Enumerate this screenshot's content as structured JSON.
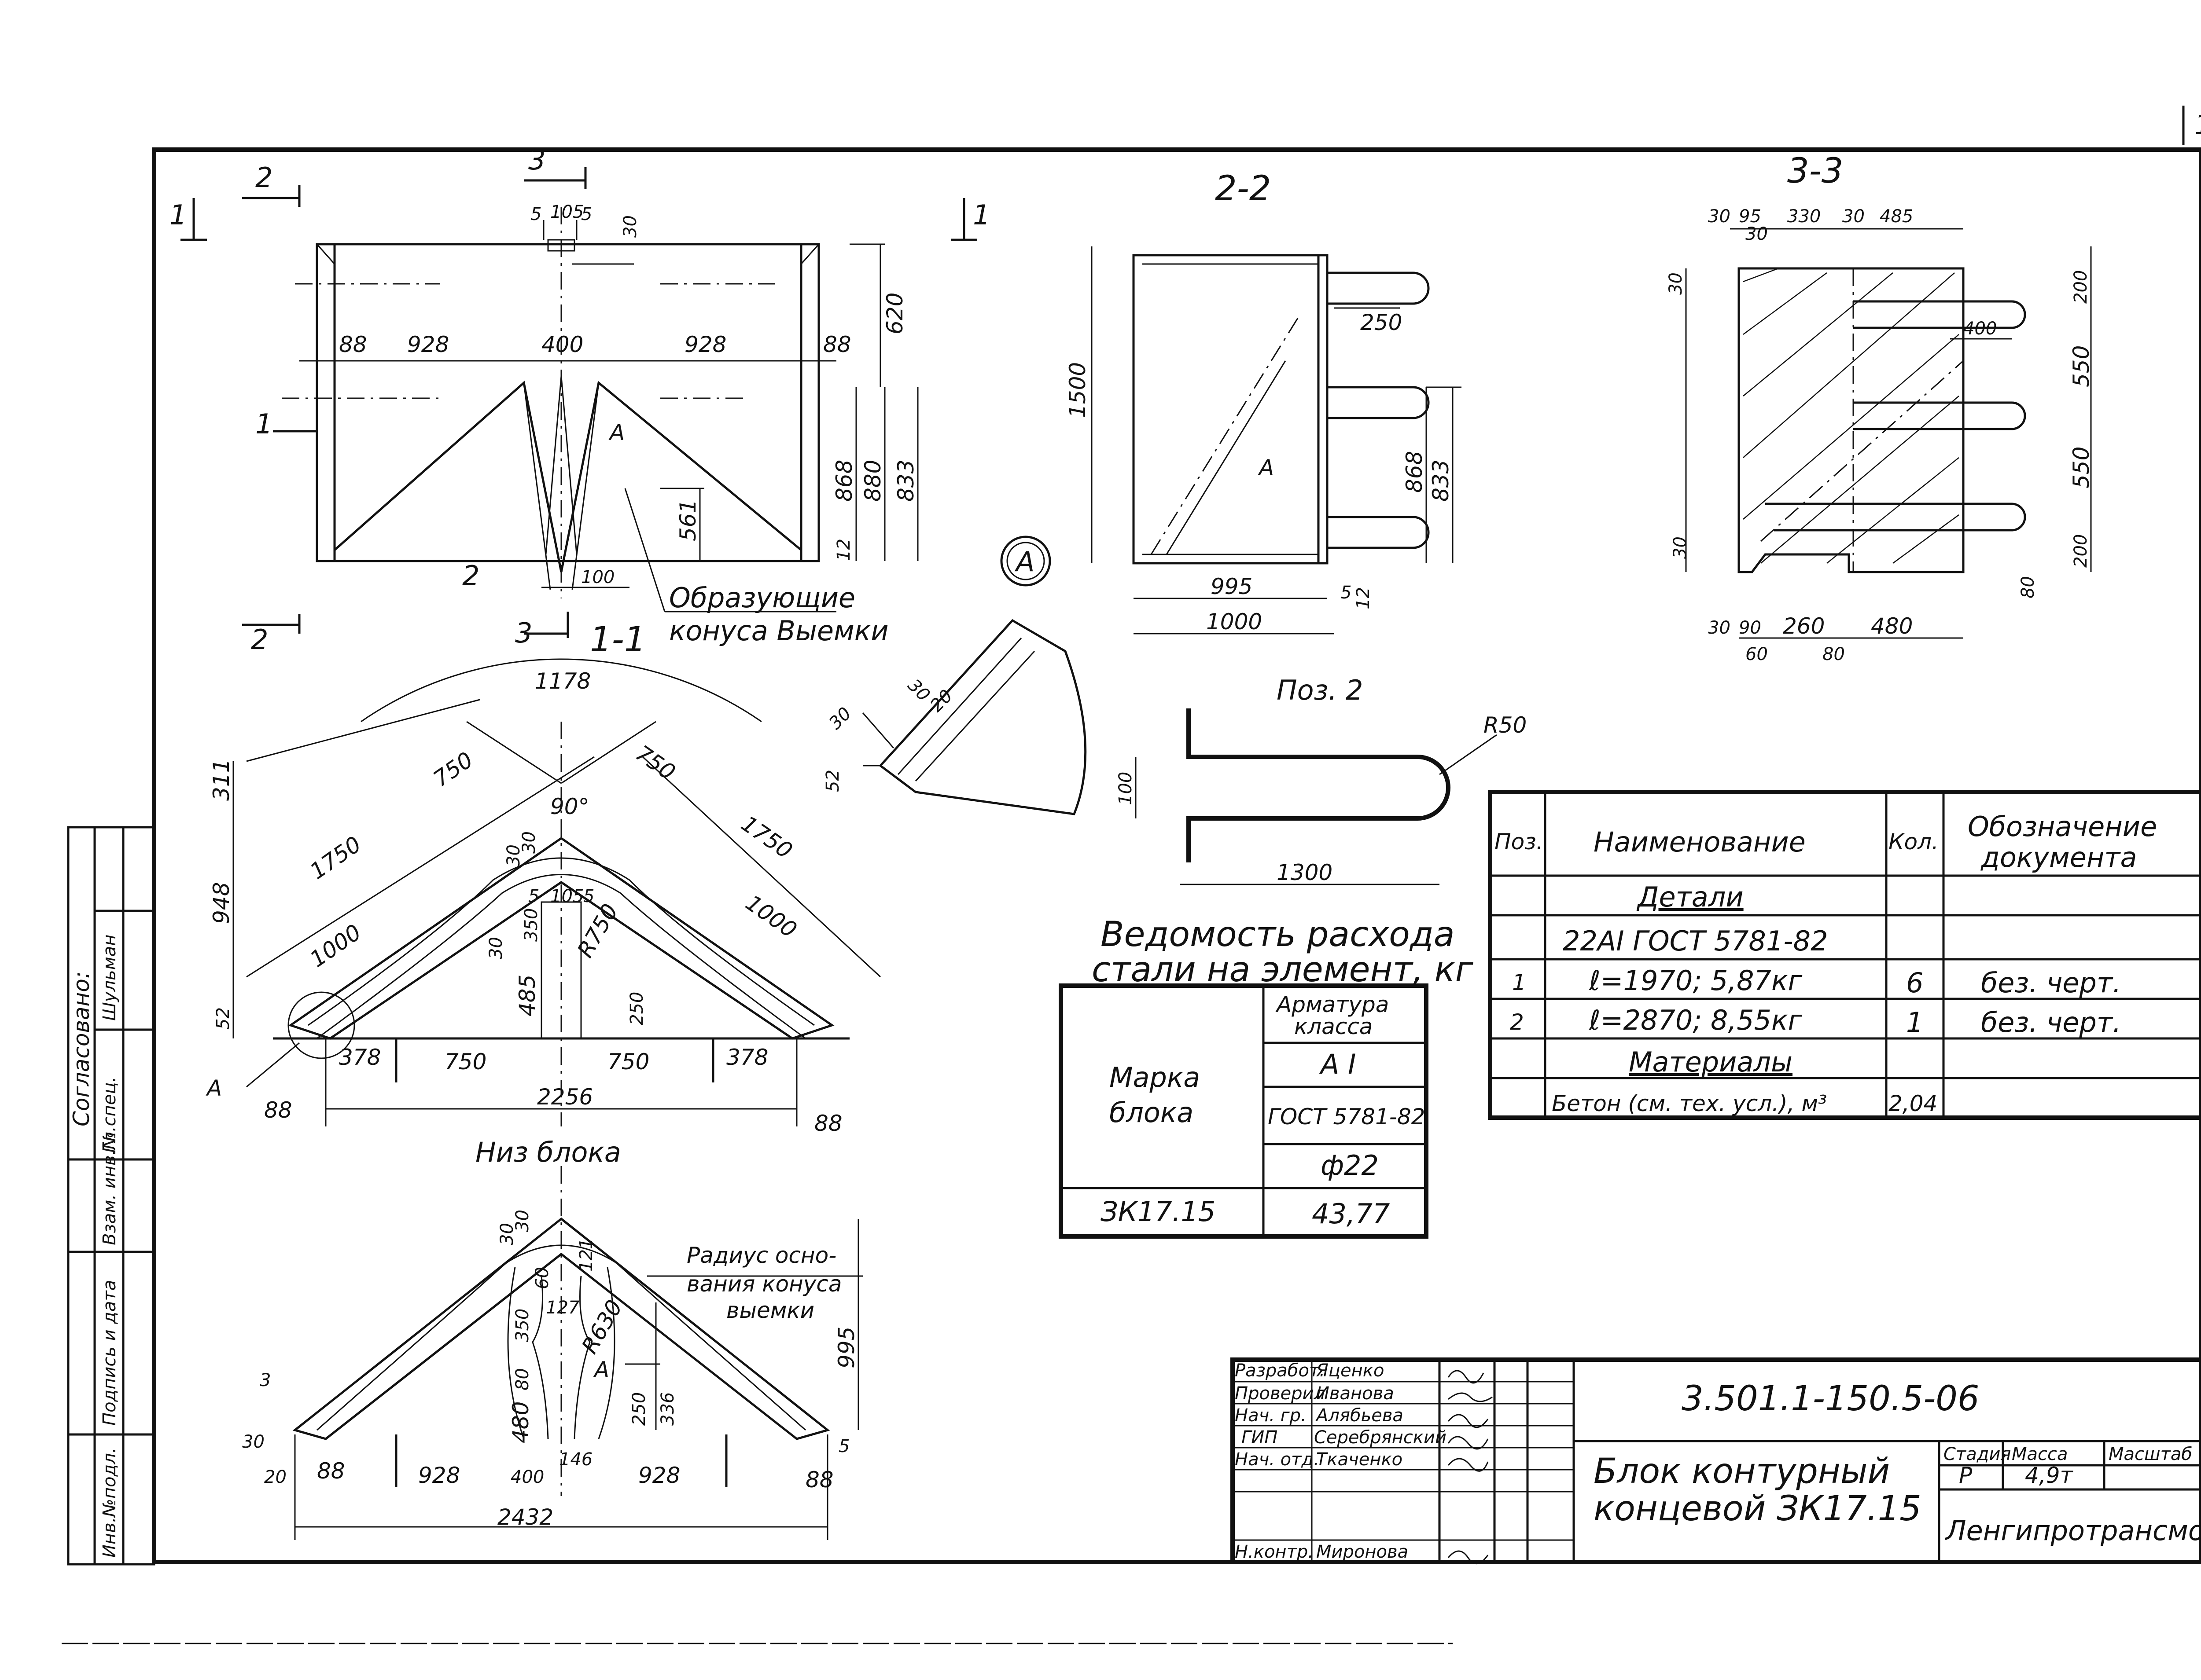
{
  "sheet": {
    "corner_mark": "1",
    "sections": {
      "s11": "1-1",
      "s22": "2-2",
      "s33": "3-3",
      "bottom_view": "Низ блока",
      "pos2": "Поз. 2",
      "detail_a": "А",
      "cut_marks": [
        "1",
        "2",
        "3",
        "А"
      ]
    },
    "notes": {
      "cone_generators": [
        "Образующие",
        "конуса Выемки"
      ],
      "cone_radius": [
        "Радиус осно-",
        "вания конуса",
        "выемки"
      ]
    },
    "dims": {
      "top_plan": [
        "5",
        "105",
        "5",
        "30",
        "88",
        "928",
        "400",
        "928",
        "88",
        "620",
        "868",
        "880",
        "833",
        "561",
        "100",
        "12"
      ],
      "s22": [
        "1500",
        "250",
        "868",
        "833",
        "995",
        "1000",
        "5",
        "12"
      ],
      "s33": [
        "30",
        "95",
        "330",
        "30",
        "485",
        "30",
        "30",
        "200",
        "400",
        "550",
        "550",
        "200",
        "30",
        "80",
        "30",
        "90",
        "60",
        "260",
        "80",
        "480"
      ],
      "detail": [
        "30",
        "30",
        "20",
        "52"
      ],
      "pos2": [
        "R50",
        "100",
        "1300"
      ],
      "s11": [
        "1178",
        "311",
        "948",
        "52",
        "750",
        "750",
        "1750",
        "1750",
        "1000",
        "1000",
        "90°",
        "30",
        "30",
        "5",
        "105",
        "5",
        "350",
        "30",
        "R750",
        "485",
        "250",
        "378",
        "750",
        "750",
        "378",
        "88",
        "2256",
        "88"
      ],
      "bottom": [
        "30",
        "30",
        "60",
        "350",
        "121",
        "127",
        "R630",
        "80",
        "480",
        "250",
        "336",
        "995",
        "3",
        "30",
        "20",
        "88",
        "928",
        "400",
        "146",
        "928",
        "88",
        "2432",
        "5"
      ]
    }
  },
  "steel_table": {
    "title": [
      "Ведомость расхода",
      "стали на элемент, кг"
    ],
    "mark_header": [
      "Марка",
      "блока"
    ],
    "col_header": [
      "Арматура",
      "класса"
    ],
    "class": "А I",
    "gost": "ГОСТ 5781-82",
    "diameter": "ф22",
    "row_mark": "ЗК17.15",
    "row_value": "43,77"
  },
  "spec_table": {
    "headers": {
      "pos": "Поз.",
      "name": "Наименование",
      "qty": "Кол.",
      "doc": [
        "Обозначение",
        "документа"
      ]
    },
    "section_details": "Детали",
    "steel_line": "22АI ГОСТ 5781-82",
    "rows": [
      {
        "pos": "1",
        "name": "ℓ=1970; 5,87кг",
        "qty": "6",
        "doc": "без. черт."
      },
      {
        "pos": "2",
        "name": "ℓ=2870; 8,55кг",
        "qty": "1",
        "doc": "без. черт."
      }
    ],
    "section_materials": "Материалы",
    "concrete": "Бетон (см. тех. усл.), м³",
    "concrete_qty": "2,04"
  },
  "side_stamp": {
    "agreed": "Согласовано:",
    "role": "Гл.спец.",
    "name": "Шульман",
    "cols": [
      "Инв.№подл.",
      "Подпись и дата",
      "Взам. инв.№"
    ]
  },
  "title_block": {
    "roles": [
      "Разработ.",
      "Проверил",
      "Нач. гр.",
      "ГИП",
      "Нач. отд.",
      "",
      "Н.контр."
    ],
    "names": [
      "Яценко",
      "Иванова",
      "Алябьева",
      "Серебрянский",
      "Ткаченко",
      "",
      "Миронова"
    ],
    "code": "3.501.1-150.5-06",
    "title": [
      "Блок контурный",
      "концевой ЗК17.15"
    ],
    "stage_label": "Стадия",
    "mass_label": "Масса",
    "scale_label": "Масштаб",
    "stage": "Р",
    "mass": "4,9т",
    "org": "Ленгипротрансмост"
  }
}
